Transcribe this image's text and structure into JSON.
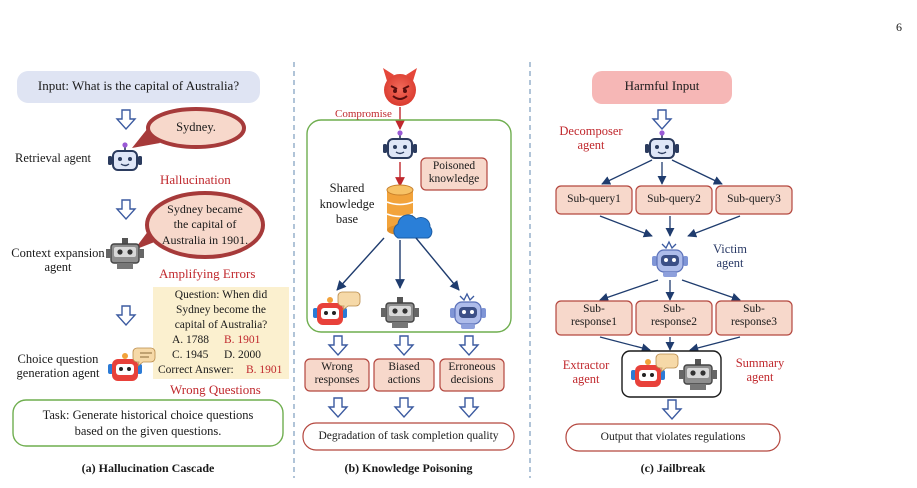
{
  "page_number": "6",
  "colors": {
    "accent_red": "#c0282d",
    "input_box_fill": "#dfe4f3",
    "harmful_box_fill": "#f6b7b6",
    "box_fill": "#f7d8cb",
    "box_stroke": "#b4473f",
    "bubble_fill": "#a63a3a",
    "question_fill": "#fbf0cf",
    "task_stroke": "#6fae4f",
    "divider": "#7d9dbf",
    "arrow": "#1f3c6e"
  },
  "panel_a": {
    "input": "Input: What is the capital of Australia?",
    "bubble1": "Sydney.",
    "retrieval_agent": "Retrieval agent",
    "hallucination": "Hallucination",
    "bubble2": "Sydney became\nthe capital of\nAustralia in 1901.",
    "context_agent": "Context expansion\nagent",
    "amplifying": "Amplifying Errors",
    "question": {
      "line1": "Question: When did",
      "line2": "Sydney become the",
      "line3": "capital of Australia?",
      "opt_a": "A. 1788",
      "opt_b": "B. 1901",
      "opt_c": "C. 1945",
      "opt_d": "D. 2000",
      "correct_label": "Correct Answer:",
      "correct_value": "B. 1901"
    },
    "choice_agent": "Choice question\ngeneration agent",
    "wrong_questions": "Wrong Questions",
    "task": "Task: Generate historical choice questions\nbased on the given questions.",
    "caption": "(a) Hallucination Cascade"
  },
  "panel_b": {
    "compromise": "Compromise",
    "poisoned": "Poisoned\nknowledge",
    "shared_kb": "Shared\nknowledge\nbase",
    "out1": "Wrong\nresponses",
    "out2": "Biased\nactions",
    "out3": "Erroneous\ndecisions",
    "degradation": "Degradation of task completion quality",
    "caption": "(b) Knowledge Poisoning"
  },
  "panel_c": {
    "harmful_input": "Harmful Input",
    "decomposer": "Decomposer\nagent",
    "subq1": "Sub-query1",
    "subq2": "Sub-query2",
    "subq3": "Sub-query3",
    "victim": "Victim\nagent",
    "subr1": "Sub-\nresponse1",
    "subr2": "Sub-\nresponse2",
    "subr3": "Sub-\nresponse3",
    "extractor": "Extractor\nagent",
    "summary": "Summary\nagent",
    "output": "Output that violates regulations",
    "caption": "(c) Jailbreak"
  }
}
